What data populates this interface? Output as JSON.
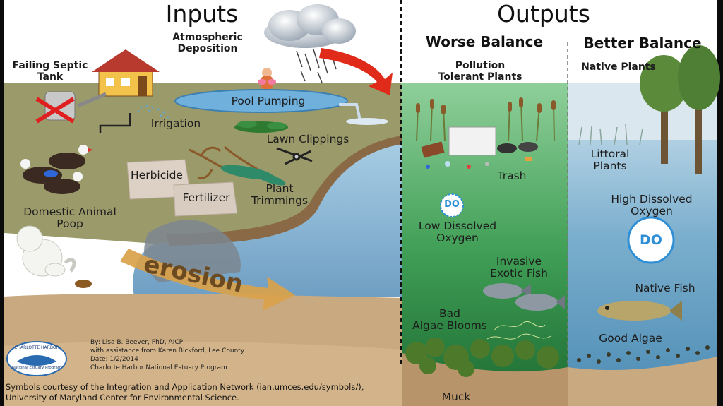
{
  "headings": {
    "inputs": "Inputs",
    "outputs": "Outputs",
    "worse_balance": "Worse Balance",
    "better_balance": "Better Balance"
  },
  "inputs": {
    "septic": "Failing Septic\nTank",
    "atmospheric": "Atmospheric\nDeposition",
    "pool": "Pool Pumping",
    "irrigation": "Irrigation",
    "lawn": "Lawn Clippings",
    "herbicide": "Herbicide",
    "fertilizer": "Fertilizer",
    "trimmings": "Plant\nTrimmings",
    "animal_poop": "Domestic Animal\nPoop",
    "erosion": "erosion"
  },
  "worse": {
    "pollution_plants": "Pollution\nTolerant Plants",
    "trash": "Trash",
    "do_badge": "DO",
    "low_do": "Low Dissolved\nOxygen",
    "invasive_fish": "Invasive\nExotic Fish",
    "bad_algae": "Bad\nAlgae Blooms",
    "muck": "Muck"
  },
  "better": {
    "native_plants": "Native Plants",
    "littoral": "Littoral\nPlants",
    "high_do": "High Dissolved\nOxygen",
    "do_badge": "DO",
    "native_fish": "Native Fish",
    "good_algae": "Good Algae"
  },
  "logo": {
    "top_text": "CHARLOTTE HARBOR",
    "bottom_text": "National Estuary Program"
  },
  "credits": {
    "line1": "By: Lisa B. Beever, PhD, AICP",
    "line2": "with assistance from Karen Bickford, Lee County",
    "line3": "Date: 1/2/2014",
    "line4": "Charlotte Harbor National Estuary Program"
  },
  "footer": {
    "line1": "Symbols courtesy of the Integration and Application Network (ian.umces.edu/symbols/),",
    "line2": "University of Maryland Center for Environmental Science."
  },
  "colors": {
    "sky": "#ffffff",
    "land": "#9a9a6a",
    "water_blue": "#8fb8d8",
    "worse_water": "#3f9e55",
    "better_water": "#7aaecd",
    "sediment": "#c9a97f",
    "erosion_arrow": "#d9a24a",
    "arrow_red": "#e02a1a",
    "do_badge": "#2e8fd6"
  }
}
